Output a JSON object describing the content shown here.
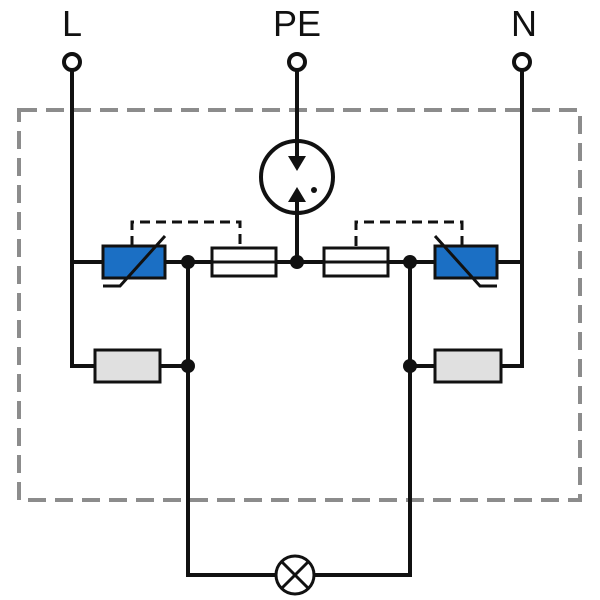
{
  "terminals": {
    "left": {
      "label": "L"
    },
    "center": {
      "label": "PE"
    },
    "right": {
      "label": "N"
    }
  },
  "colors": {
    "wire": "#111111",
    "varistor": "#1b6fc4",
    "resistor_fill": "#e0e0e0",
    "fuse_fill": "#ffffff",
    "enclosure": "#8c8c8c",
    "background": "#ffffff"
  },
  "components": {
    "gas_discharge_tube": {
      "icon": "gas-discharge-tube-icon"
    },
    "varistors": [
      "varistor-icon",
      "varistor-icon"
    ],
    "fuses": [
      "thermal-fuse-icon",
      "thermal-fuse-icon"
    ],
    "resistors": [
      "resistor-icon",
      "resistor-icon"
    ],
    "indicator": {
      "icon": "indicator-lamp-icon"
    }
  }
}
